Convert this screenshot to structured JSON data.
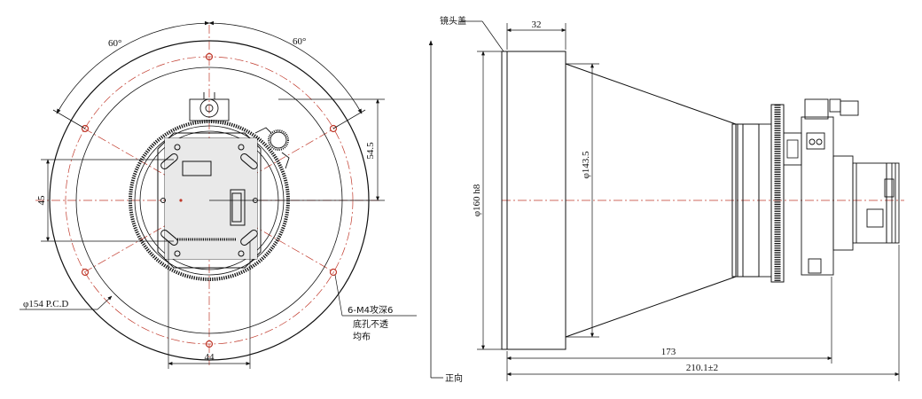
{
  "front_view": {
    "angle_left": "60°",
    "angle_right": "60°",
    "dim_vertical_right": "54.5",
    "dim_vertical_left": "45",
    "dim_horizontal_bottom": "44",
    "pcd_label": "φ154 P.C.D",
    "hole_note_line1": "6-M4攻深6",
    "hole_note_line2": "底孔不透",
    "hole_note_line3": "均布"
  },
  "side_view": {
    "lens_cap_label": "镜头盖",
    "front_direction_label": "正向",
    "dim_top": "32",
    "dim_diameter_outer": "φ160 h8",
    "dim_diameter_inner": "φ143.5",
    "dim_length": "173",
    "dim_total_length": "210.1±2"
  },
  "colors": {
    "line": "#111111",
    "centerline": "#c0392b",
    "hole": "#c0392b"
  }
}
